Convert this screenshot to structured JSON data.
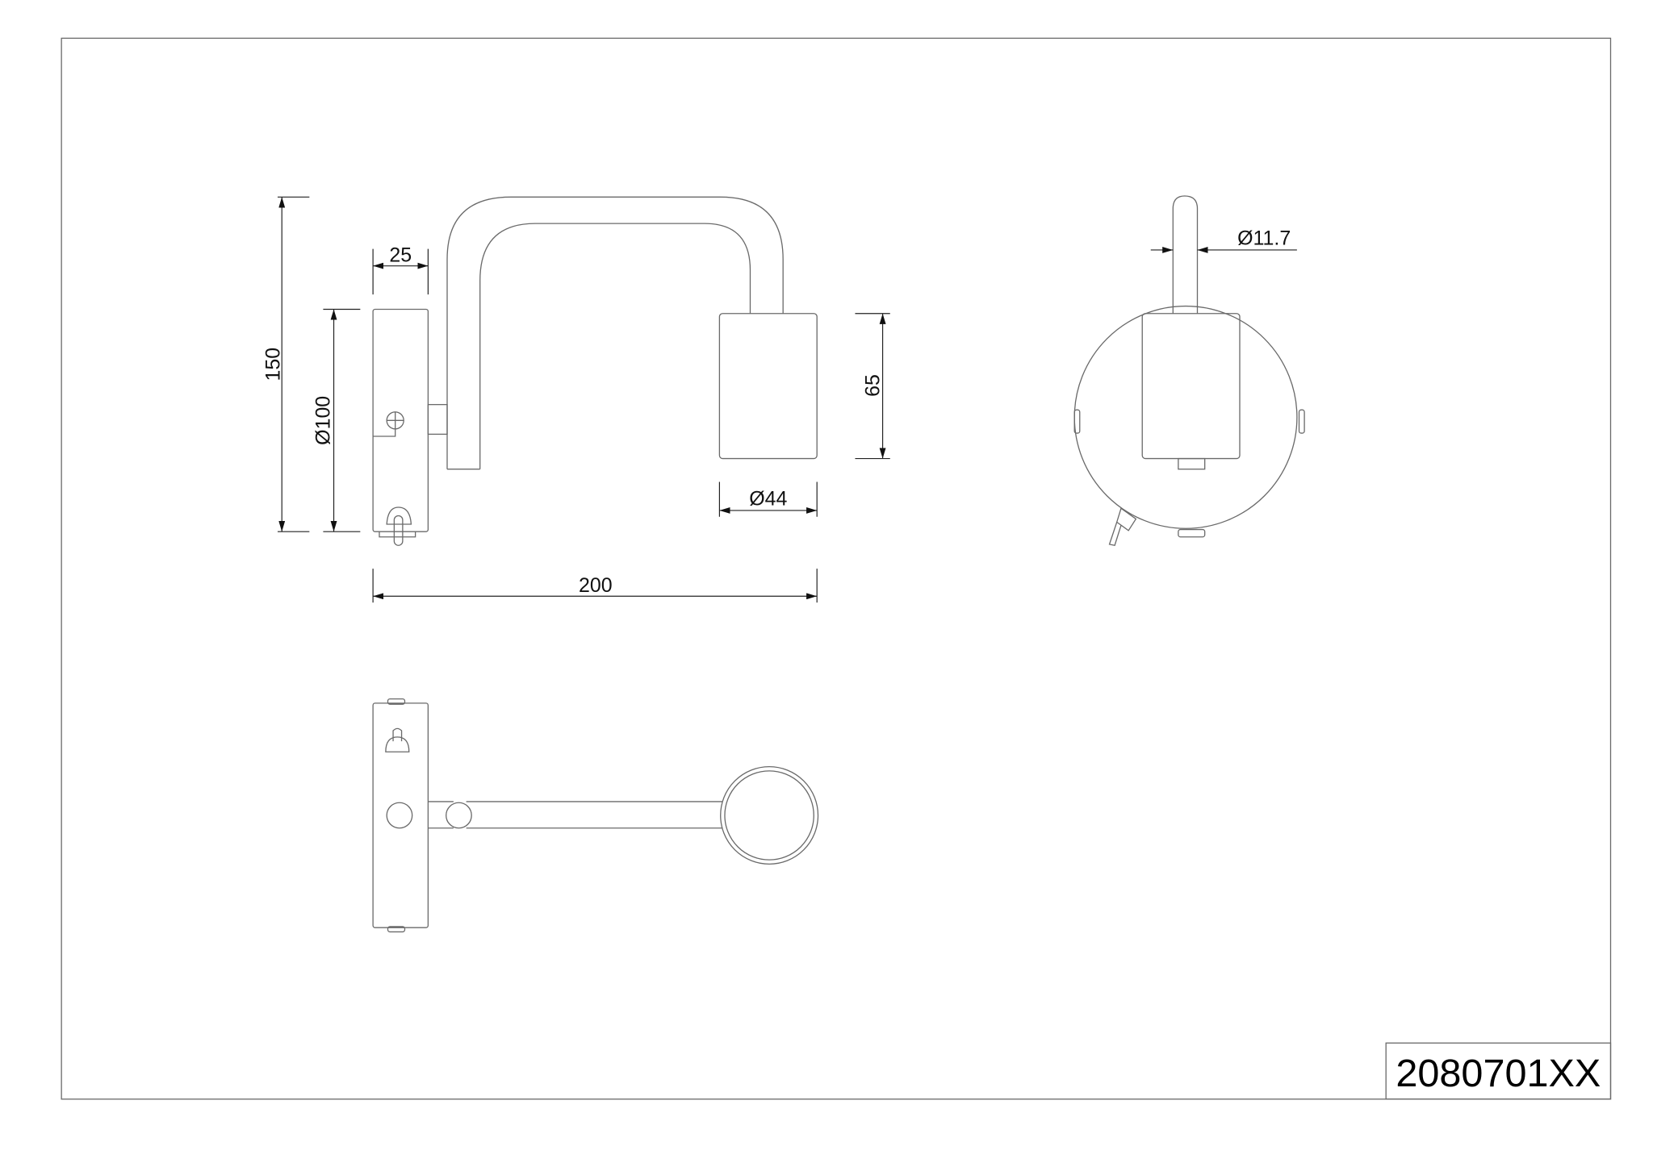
{
  "drawing": {
    "part_number": "2080701XX",
    "dimensions": {
      "overall_height": "150",
      "plate_depth": "25",
      "plate_diameter": "Ø100",
      "socket_height": "65",
      "socket_diameter": "Ø44",
      "overall_projection": "200",
      "arm_diameter": "Ø11.7"
    }
  }
}
